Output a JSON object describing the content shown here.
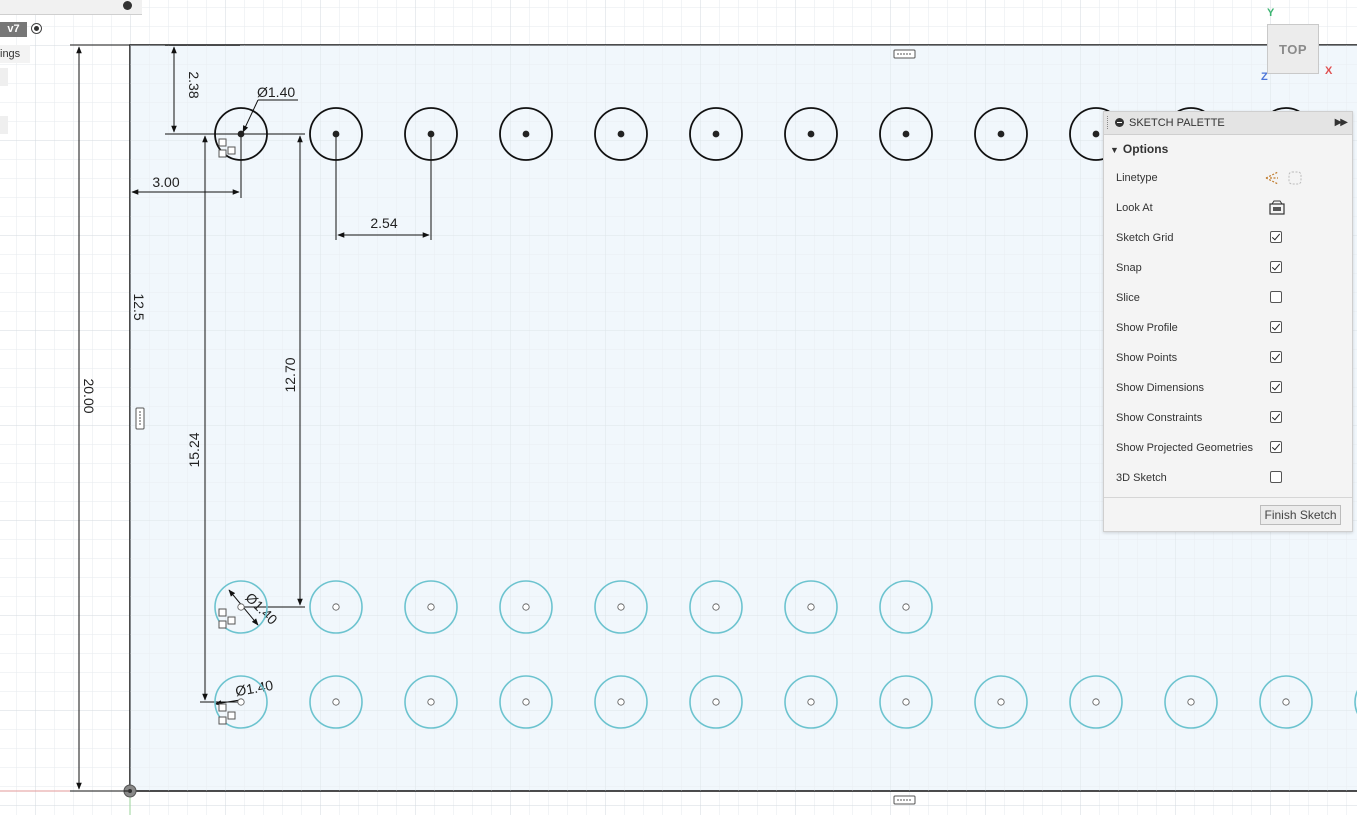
{
  "browser": {
    "version_badge": "v7",
    "settings_label": "ings"
  },
  "view_cube": {
    "face_label": "TOP",
    "axis_y": "Y",
    "axis_x": "X",
    "axis_z": "Z"
  },
  "sketch": {
    "dimensions": {
      "top_offset": "2.38",
      "hole_diameter_top": "Ø1.40",
      "left_offset": "3.00",
      "pitch": "2.54",
      "side_12_5": "12.5",
      "height_20": "20.00",
      "row_spacing_12_70": "12.70",
      "row_spacing_15_24": "15.24",
      "hole_diameter_mid": "Ø1.40",
      "hole_diameter_bottom": "Ø1.40"
    },
    "rows": [
      {
        "name": "top-row",
        "count": 12,
        "style": "active"
      },
      {
        "name": "middle-row",
        "count": 8,
        "style": "projected"
      },
      {
        "name": "bottom-row",
        "count": 13,
        "style": "projected"
      }
    ]
  },
  "palette": {
    "title": "SKETCH PALETTE",
    "options_heading": "Options",
    "options": [
      {
        "label": "Linetype",
        "control": "linetype-icon"
      },
      {
        "label": "Look At",
        "control": "look-at-icon"
      },
      {
        "label": "Sketch Grid",
        "control": "checkbox",
        "checked": true
      },
      {
        "label": "Snap",
        "control": "checkbox",
        "checked": true
      },
      {
        "label": "Slice",
        "control": "checkbox",
        "checked": false
      },
      {
        "label": "Show Profile",
        "control": "checkbox",
        "checked": true
      },
      {
        "label": "Show Points",
        "control": "checkbox",
        "checked": true
      },
      {
        "label": "Show Dimensions",
        "control": "checkbox",
        "checked": true
      },
      {
        "label": "Show Constraints",
        "control": "checkbox",
        "checked": true
      },
      {
        "label": "Show Projected Geometries",
        "control": "checkbox",
        "checked": true
      },
      {
        "label": "3D Sketch",
        "control": "checkbox",
        "checked": false
      }
    ],
    "finish_label": "Finish Sketch"
  },
  "colors": {
    "sheet_fill": "#eef6fb",
    "active_circle": "#111111",
    "projected_circle": "#6cc3cf",
    "grid_line": "#dfe6ea"
  }
}
